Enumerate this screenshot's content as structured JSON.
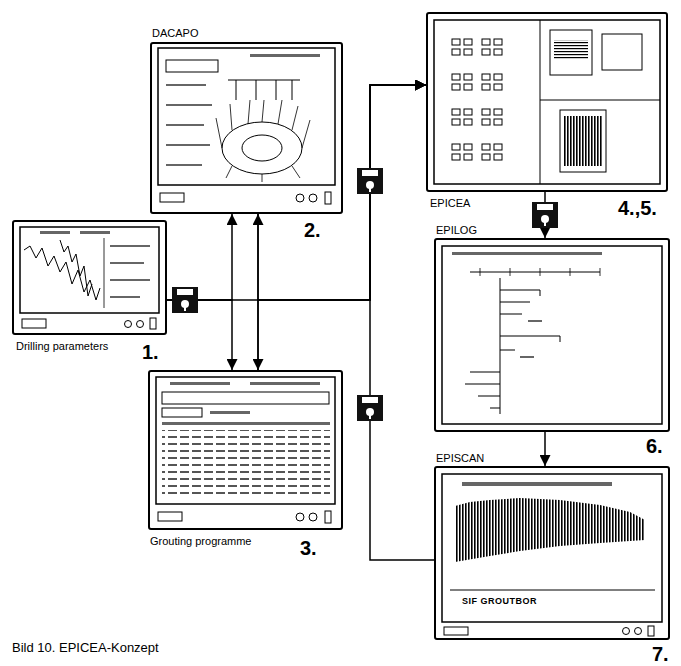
{
  "diagram": {
    "caption": "Bild 10. EPICEA-Konzept",
    "nodes": [
      {
        "text": [
          "Drilling parameters",
          "1."
        ]
      },
      {
        "text": [
          "DACAPO",
          "2."
        ]
      },
      {
        "text": [
          "Grouting programme",
          "3."
        ]
      },
      {
        "text": [
          "EPICEA",
          "4.,5."
        ]
      },
      {
        "text": [
          "EPILOG",
          "6."
        ]
      },
      {
        "text": [
          "EPISCAN",
          "7."
        ]
      }
    ],
    "edges": [
      {
        "from": 0,
        "to": 3,
        "arrow": "to"
      },
      {
        "from": 0,
        "to": 1,
        "arrow": "to"
      },
      {
        "from": 0,
        "to": 2,
        "arrow": "to"
      },
      {
        "from": 1,
        "to": 2,
        "arrow": "both"
      },
      {
        "from": 1,
        "to": 3,
        "arrow": "to"
      },
      {
        "from": 2,
        "to": 3,
        "arrow": "to"
      },
      {
        "from": 3,
        "to": 4,
        "arrow": "to"
      },
      {
        "from": 4,
        "to": 5,
        "arrow": "to"
      },
      {
        "from": 5,
        "to": 3,
        "arrow": "to"
      }
    ],
    "labels": [
      "SIF GROUTBOR"
    ]
  }
}
